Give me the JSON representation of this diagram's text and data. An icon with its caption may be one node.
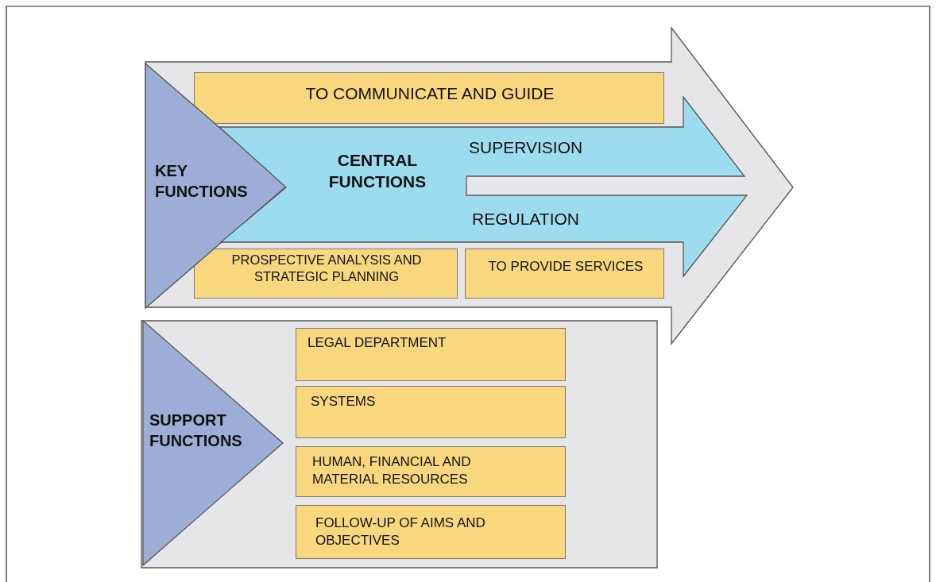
{
  "diagram": {
    "nodes": [
      {
        "text": [],
        "shape": "arrow"
      },
      {
        "text": [
          "KEY FUNCTIONS"
        ],
        "in": 0
      },
      {
        "text": [
          "TO COMMUNICATE AND GUIDE"
        ],
        "in": 0
      },
      {
        "text": [
          "CENTRAL FUNCTIONS",
          "SUPERVISION",
          "REGULATION"
        ],
        "in": 0
      },
      {
        "text": [
          "PROSPECTIVE ANALYSIS AND STRATEGIC PLANNING"
        ],
        "in": 0
      },
      {
        "text": [
          "TO PROVIDE SERVICES"
        ],
        "in": 0
      },
      {
        "text": [],
        "shape": "box"
      },
      {
        "text": [
          "SUPPORT FUNCTIONS"
        ],
        "in": 6
      },
      {
        "text": [
          "LEGAL DEPARTMENT"
        ],
        "in": 6
      },
      {
        "text": [
          "SYSTEMS"
        ],
        "in": 6
      },
      {
        "text": [
          "HUMAN, FINANCIAL AND MATERIAL RESOURCES"
        ],
        "in": 6
      },
      {
        "text": [
          "FOLLOW-UP OF AIMS AND OBJECTIVES"
        ],
        "in": 6
      }
    ],
    "edges": []
  }
}
